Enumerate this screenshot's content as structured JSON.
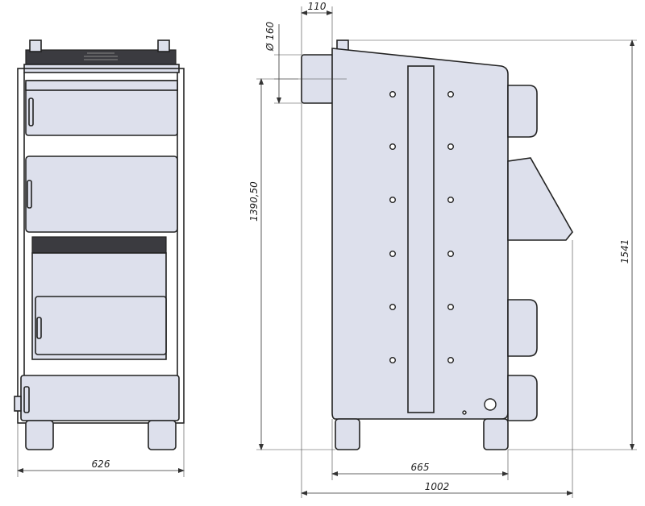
{
  "dimensions": {
    "front_width": "626",
    "side_depth": "665",
    "total_depth": "1002",
    "flue_offset": "110",
    "flue_diameter": "Ø 160",
    "flue_height": "1390,50",
    "total_height": "1541"
  }
}
